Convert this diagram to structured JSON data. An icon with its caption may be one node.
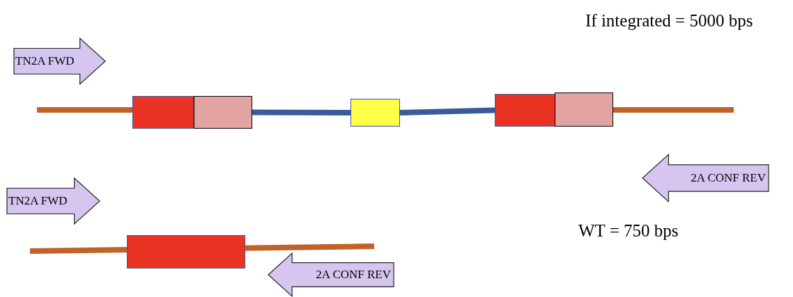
{
  "diagram": {
    "nodes": [
      {
        "text": [
          "TN2A FWD"
        ]
      },
      {
        "text": [],
        "shape": "box"
      },
      {
        "text": [],
        "shape": "box"
      },
      {
        "text": [],
        "shape": "box"
      },
      {
        "text": [],
        "shape": "box"
      },
      {
        "text": [],
        "shape": "box"
      },
      {
        "text": [
          "2A CONF REV"
        ]
      },
      {
        "text": [
          "TN2A FWD"
        ]
      },
      {
        "text": [],
        "shape": "box"
      },
      {
        "text": [
          "2A CONF REV"
        ]
      }
    ],
    "edges": [
      {
        "from": 2,
        "to": 3,
        "arrow": "none"
      },
      {
        "from": 3,
        "to": 4,
        "arrow": "none"
      }
    ],
    "labels": [
      "If integrated = 5000 bps",
      "WT = 750 bps"
    ]
  }
}
